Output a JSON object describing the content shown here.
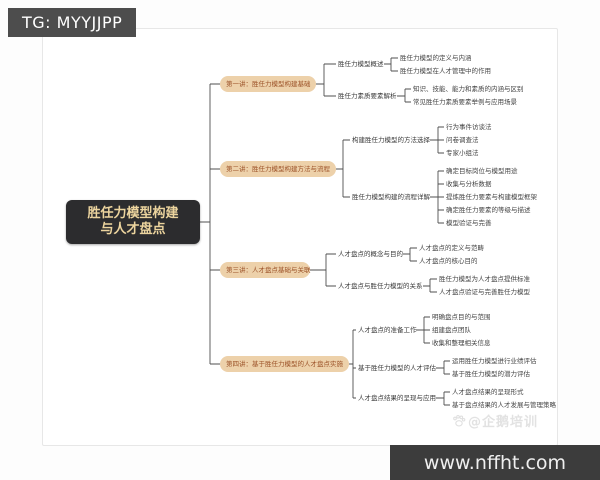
{
  "page": {
    "tg_badge": "TG: MYYJJPP",
    "site_url": "www.nffht.com",
    "watermark_text": "@企鹅培训"
  },
  "colors": {
    "root_bg": "#2c2c2e",
    "root_text": "#ecd49e",
    "pill_bg": "#edd1aa",
    "pill_text": "#9c5228",
    "connector": "#4f4f4f",
    "badge_bg": "#4d4d4d",
    "url_bar_bg": "#3c3c3c"
  },
  "mindmap": {
    "root_line1": "胜任力模型构建",
    "root_line2": "与人才盘点",
    "branches": [
      {
        "label": "第一讲：胜任力模型构建基础",
        "children": [
          {
            "label": "胜任力模型概述",
            "children": [
              "胜任力模型的定义与内涵",
              "胜任力模型在人才管理中的作用"
            ]
          },
          {
            "label": "胜任力素质要素解析",
            "children": [
              "知识、技能、能力和素质的内涵与区别",
              "常见胜任力素质要素举例与应用场景"
            ]
          }
        ]
      },
      {
        "label": "第二讲：胜任力模型构建方法与流程",
        "children": [
          {
            "label": "构建胜任力模型的方法选择",
            "children": [
              "行为事件访谈法",
              "问卷调查法",
              "专家小组法"
            ]
          },
          {
            "label": "胜任力模型构建的流程详解",
            "children": [
              "确定目标岗位与模型用途",
              "收集与分析数据",
              "提炼胜任力要素与构建模型框架",
              "确定胜任力要素的等级与描述",
              "模型验证与完善"
            ]
          }
        ]
      },
      {
        "label": "第三讲：人才盘点基础与关联",
        "children": [
          {
            "label": "人才盘点的概念与目的",
            "children": [
              "人才盘点的定义与范畴",
              "人才盘点的核心目的"
            ]
          },
          {
            "label": "人才盘点与胜任力模型的关系",
            "children": [
              "胜任力模型为人才盘点提供标准",
              "人才盘点验证与完善胜任力模型"
            ]
          }
        ]
      },
      {
        "label": "第四讲：基于胜任力模型的人才盘点实施",
        "children": [
          {
            "label": "人才盘点的准备工作",
            "children": [
              "明确盘点目的与范围",
              "组建盘点团队",
              "收集和整理相关信息"
            ]
          },
          {
            "label": "基于胜任力模型的人才评估",
            "children": [
              "运用胜任力模型进行业绩评估",
              "基于胜任力模型的潜力评估"
            ]
          },
          {
            "label": "人才盘点结果的呈现与应用",
            "children": [
              "人才盘点结果的呈现形式",
              "基于盘点结果的人才发展与管理策略"
            ]
          }
        ]
      }
    ]
  }
}
